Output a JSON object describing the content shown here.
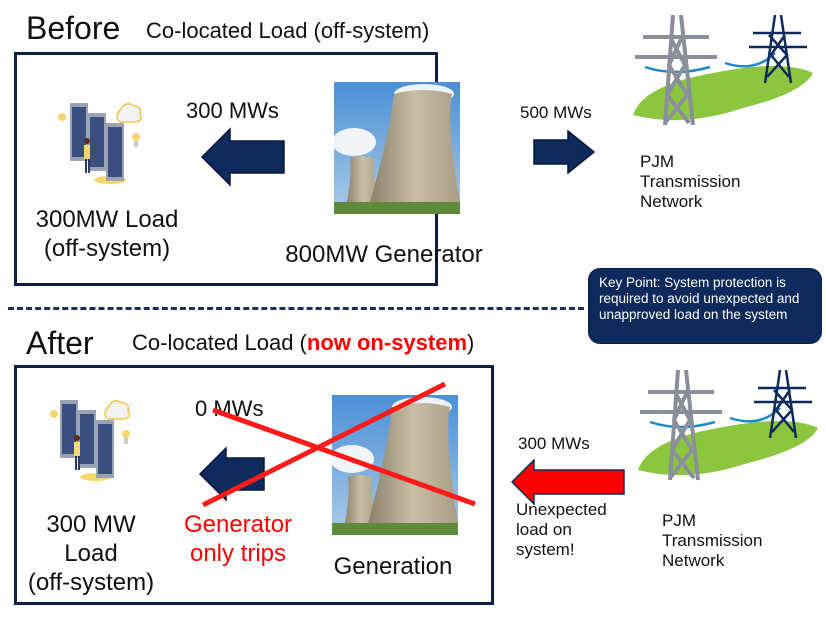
{
  "before": {
    "heading": "Before",
    "subheading": "Co-located Load (off-system)",
    "load_label_line1": "300MW Load",
    "load_label_line2": "(off-system)",
    "generator_label": "800MW Generator",
    "flow_to_load": "300 MWs",
    "flow_to_grid": "500 MWs",
    "grid_label_line1": "PJM",
    "grid_label_line2": "Transmission",
    "grid_label_line3": "Network"
  },
  "key_point": {
    "text": "Key Point: System protection is required to avoid unexpected and unapproved load on the system"
  },
  "after": {
    "heading": "After",
    "subheading_prefix": "Co-located Load (",
    "subheading_highlight": "now on-system",
    "subheading_suffix": ")",
    "load_label_line1": "300 MW",
    "load_label_line2": "Load",
    "load_label_line3": "(off-system)",
    "generator_label": "Generation",
    "flow_to_load": "0 MWs",
    "trip_note_line1": "Generator",
    "trip_note_line2": "only trips",
    "flow_from_grid": "300 MWs",
    "unexpected_line1": "Unexpected",
    "unexpected_line2": "load on",
    "unexpected_line3": "system!",
    "grid_label_line1": "PJM",
    "grid_label_line2": "Transmission",
    "grid_label_line3": "Network"
  },
  "colors": {
    "navy": "#0e2a5c",
    "alert_red": "#ff0000",
    "grass": "#8cc63f"
  }
}
